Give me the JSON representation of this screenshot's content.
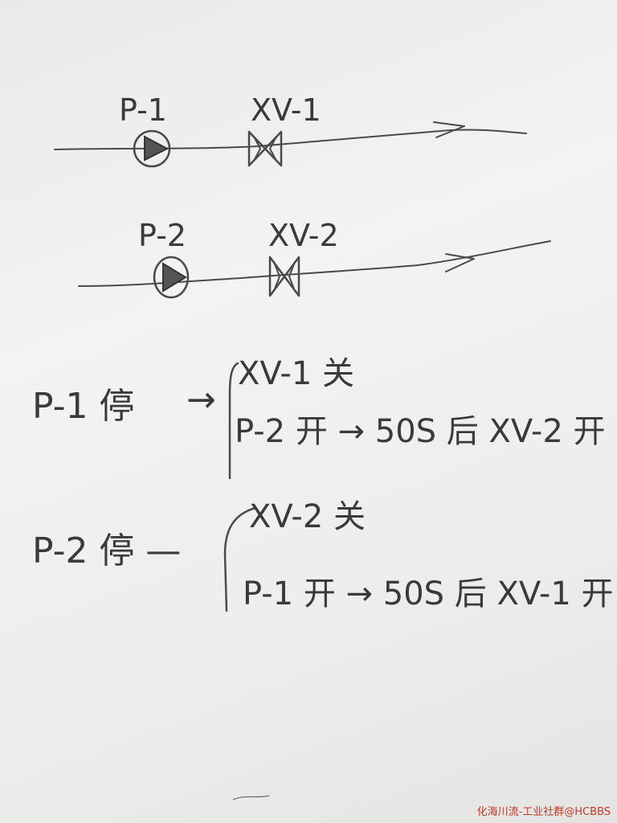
{
  "diagram": {
    "line1": {
      "pump_tag": "P-1",
      "valve_tag": "XV-1"
    },
    "line2": {
      "pump_tag": "P-2",
      "valve_tag": "XV-2"
    }
  },
  "notes": {
    "rule1": {
      "trigger": "P-1 停",
      "arrow": "→",
      "action1": "XV-1 关",
      "action2": "P-2 开 → 50S 后 XV-2 开"
    },
    "rule2": {
      "trigger": "P-2 停 —",
      "action1": "XV-2 关",
      "action2": "P-1 开 → 50S 后 XV-1 开"
    }
  },
  "watermark": "化海川流-工业社群@HCBBS"
}
